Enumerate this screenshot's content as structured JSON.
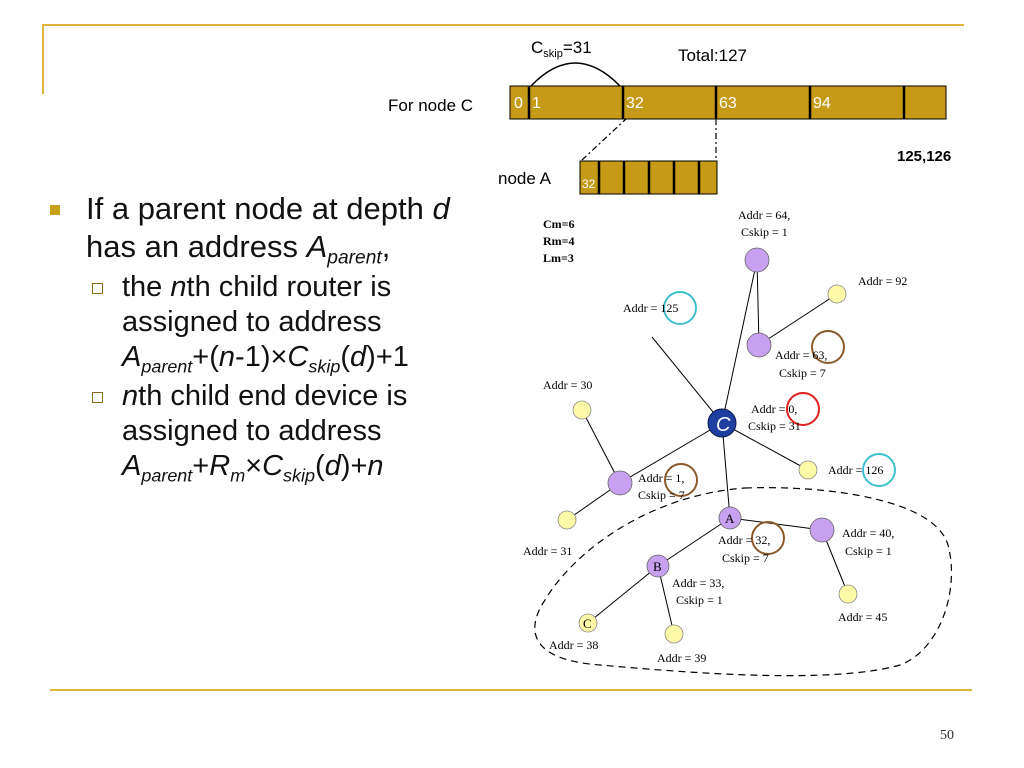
{
  "slide_number": "50",
  "bullets": {
    "main": {
      "text1": "If a parent node at depth ",
      "d": "d",
      "text2": " has an address ",
      "A": "A",
      "parent": "parent",
      "comma": ","
    },
    "sub1": {
      "the": "the ",
      "n": "n",
      "rest1": "th child router is assigned to address ",
      "A": "A",
      "parent": "parent",
      "plus_open": "+(",
      "n2": "n",
      "minus1": "-1)×",
      "C": "C",
      "skip": "skip",
      "open": "(",
      "d": "d",
      "close": ")+1"
    },
    "sub2": {
      "n": "n",
      "rest1": "th child end device is assigned to address ",
      "A": "A",
      "parent": "parent",
      "plus": "+",
      "R": "R",
      "m": "m",
      "times": "×",
      "C": "C",
      "skip": "skip",
      "open": "(",
      "d": "d",
      "close": ")+",
      "n2": "n"
    }
  },
  "address_bar": {
    "cskip_C": "C",
    "cskip_sub": "skip",
    "cskip_val": "=31",
    "total": "Total:127",
    "for_node_c": "For node C",
    "labels": [
      "0",
      "1",
      "32",
      "63",
      "94"
    ],
    "node_a": "node A",
    "node_a_first": "32",
    "range_label": "125,126"
  },
  "params": {
    "cm": "Cm=6",
    "rm": "Rm=4",
    "lm": "Lm=3"
  },
  "tree": {
    "c_label": "C",
    "a_label": "A",
    "b_label": "B",
    "leaf_c_label": "C",
    "addr64_l1": "Addr = 64,",
    "addr64_l2": "Cskip = 1",
    "addr92": "Addr = 92",
    "addr125": "Addr = 125",
    "addr63_l1": "Addr = 63,",
    "addr63_l2": "Cskip = 7",
    "addr30": "Addr = 30",
    "addr0_l1": "Addr = 0,",
    "addr0_l2": "Cskip = 31",
    "addr126": "Addr = 126",
    "addr1_l1": "Addr = 1,",
    "addr1_l2": "Cskip = 7",
    "addr31": "Addr = 31",
    "addr32_l1": "Addr = 32,",
    "addr32_l2": "Cskip = 7",
    "addr40_l1": "Addr = 40,",
    "addr40_l2": "Cskip = 1",
    "addr33_l1": "Addr = 33,",
    "addr33_l2": "Cskip = 1",
    "addr45": "Addr = 45",
    "addr38": "Addr = 38",
    "addr39": "Addr = 39"
  },
  "colors": {
    "accent": "#e0b43a",
    "bar_fill": "#c49a16",
    "router": "#c8a0f0",
    "end_device": "#fffaa8",
    "coordinator": "#1e3fa0"
  }
}
